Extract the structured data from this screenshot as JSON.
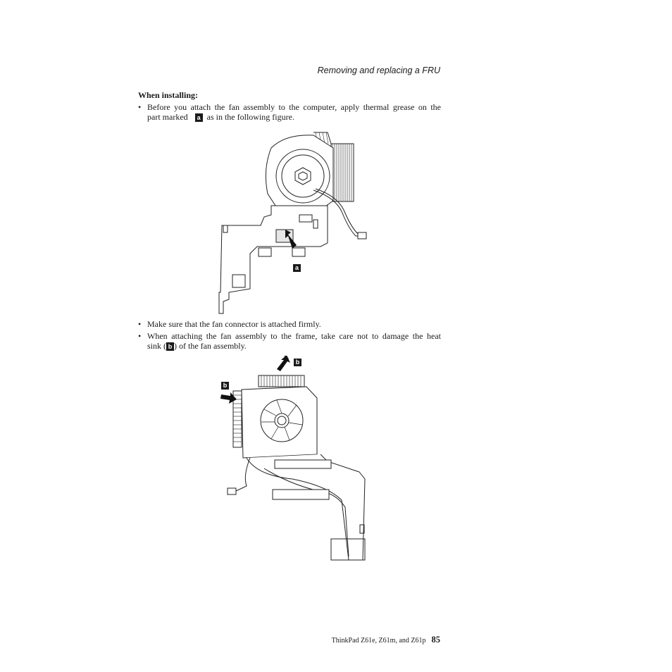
{
  "header": {
    "running_title": "Removing and replacing a FRU"
  },
  "section": {
    "heading": "When installing:"
  },
  "bullets": {
    "b1_line1": "Before you attach the fan assembly to the computer, apply thermal grease on the",
    "b1_pre": "part marked",
    "b1_callout": "a",
    "b1_post": "as in the following figure.",
    "b2": "Make sure that the fan connector is attached firmly.",
    "b3_line1": "When attaching the fan assembly to the frame, take care not to damage the heat",
    "b3_pre": "sink (",
    "b3_callout": "b",
    "b3_post": ") of the fan assembly."
  },
  "figure1": {
    "callout": "a"
  },
  "figure2": {
    "callout_top": "b",
    "callout_left": "b"
  },
  "footer": {
    "book": "ThinkPad Z61e, Z61m, and Z61p",
    "page": "85"
  }
}
